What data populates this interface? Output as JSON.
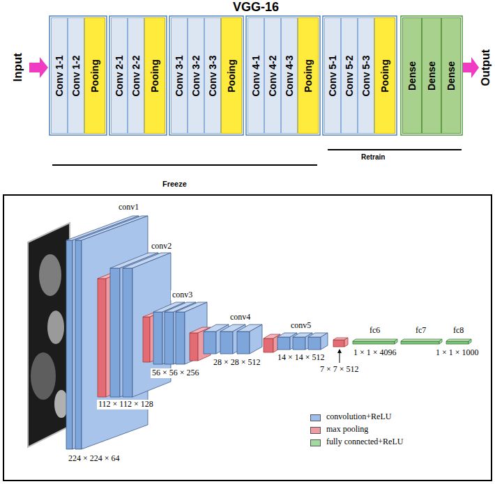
{
  "diagram": {
    "title": "VGG-16",
    "nodes": [
      {
        "text": [
          "Conv 1-1"
        ]
      },
      {
        "text": [
          "Conv 1-2"
        ]
      },
      {
        "text": [
          "Pooing"
        ]
      },
      {
        "text": [
          "Conv 2-1"
        ]
      },
      {
        "text": [
          "Conv 2-2"
        ]
      },
      {
        "text": [
          "Pooing"
        ]
      },
      {
        "text": [
          "Conv 3-1"
        ]
      },
      {
        "text": [
          "Conv 3-2"
        ]
      },
      {
        "text": [
          "Conv 3-3"
        ]
      },
      {
        "text": [
          "Pooing"
        ]
      },
      {
        "text": [
          "Conv 4-1"
        ]
      },
      {
        "text": [
          "Conv 4-2"
        ]
      },
      {
        "text": [
          "Conv 4-3"
        ]
      },
      {
        "text": [
          "Pooing"
        ]
      },
      {
        "text": [
          "Conv 5-1"
        ]
      },
      {
        "text": [
          "Conv 5-2"
        ]
      },
      {
        "text": [
          "Conv 5-3"
        ]
      },
      {
        "text": [
          "Pooing"
        ]
      },
      {
        "text": [
          "Dense"
        ]
      },
      {
        "text": [
          "Dense"
        ]
      },
      {
        "text": [
          "Dense"
        ]
      }
    ],
    "labels": [
      "Input",
      "Output",
      "Freeze",
      "Retrain",
      "conv1",
      "conv2",
      "conv3",
      "conv4",
      "conv5",
      "fc6",
      "fc7",
      "fc8",
      "224 × 224 × 64",
      "112 × 112 × 128",
      "56 × 56 × 256",
      "28 × 28 × 512",
      "14 × 14 × 512",
      "7 × 7 × 512",
      "1 × 1 × 4096",
      "1 × 1 × 1000"
    ],
    "legend": [
      {
        "text": "convolution+ReLU",
        "color": "#9ebde8"
      },
      {
        "text": "max pooling",
        "color": "#ee9ca2"
      },
      {
        "text": "fully connected+ReLU",
        "color": "#a4d9a0"
      }
    ]
  }
}
